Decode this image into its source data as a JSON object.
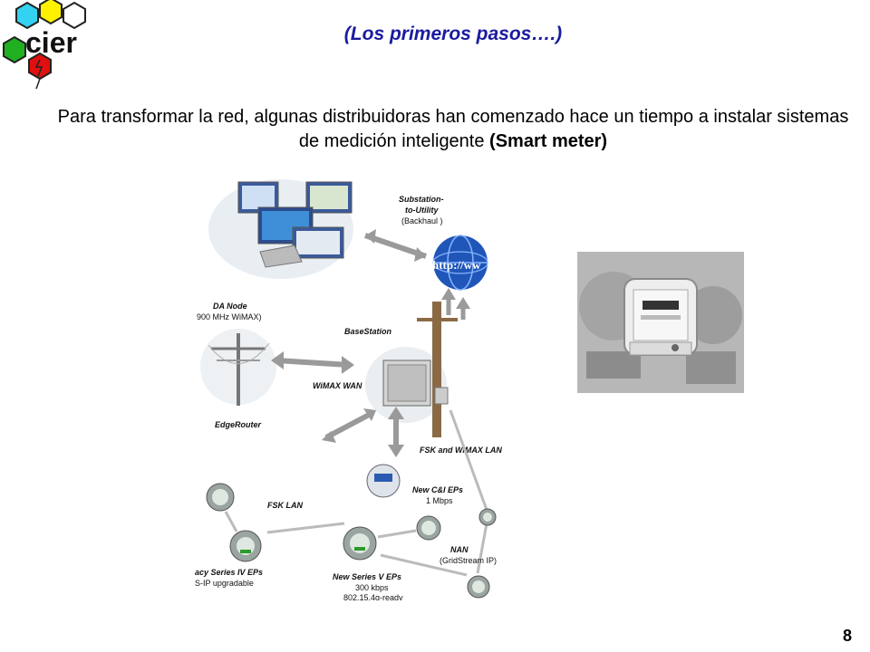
{
  "logo": {
    "text": "cier",
    "colors": [
      "#35d1f0",
      "#fff200",
      "#20b020",
      "#e01010",
      "#ffffff"
    ]
  },
  "subtitle": "(Los primeros pasos….)",
  "lead": {
    "text": "Para transformar la red, algunas distribuidoras han comenzado hace un tiempo a instalar sistemas de medición inteligente ",
    "emphasis": "(Smart meter)"
  },
  "diagram": {
    "substation_title_1": "Substation-",
    "substation_title_2": "to-Utility",
    "substation_sub": "(Backhaul )",
    "globe_text": "http://ww",
    "da_node": "DA Node",
    "da_node_sub": "900 MHz WiMAX)",
    "basestation": "BaseStation",
    "wimax_wan": "WiMAX WAN",
    "edgerouter": "EdgeRouter",
    "fsk_wimax_lan": "FSK and WiMAX LAN",
    "new_ci_1": "New C&I EPs",
    "new_ci_2": "1 Mbps",
    "fsk_lan": "FSK LAN",
    "nan_1": "NAN",
    "nan_2": "(GridStream IP)",
    "legacy_1": "acy Series IV  EPs",
    "legacy_2": "S-IP upgradable",
    "new_series_1": "New Series V EPs",
    "new_series_2": "300 kbps",
    "new_series_3": "802.15.4g-ready"
  },
  "page_number": "8"
}
